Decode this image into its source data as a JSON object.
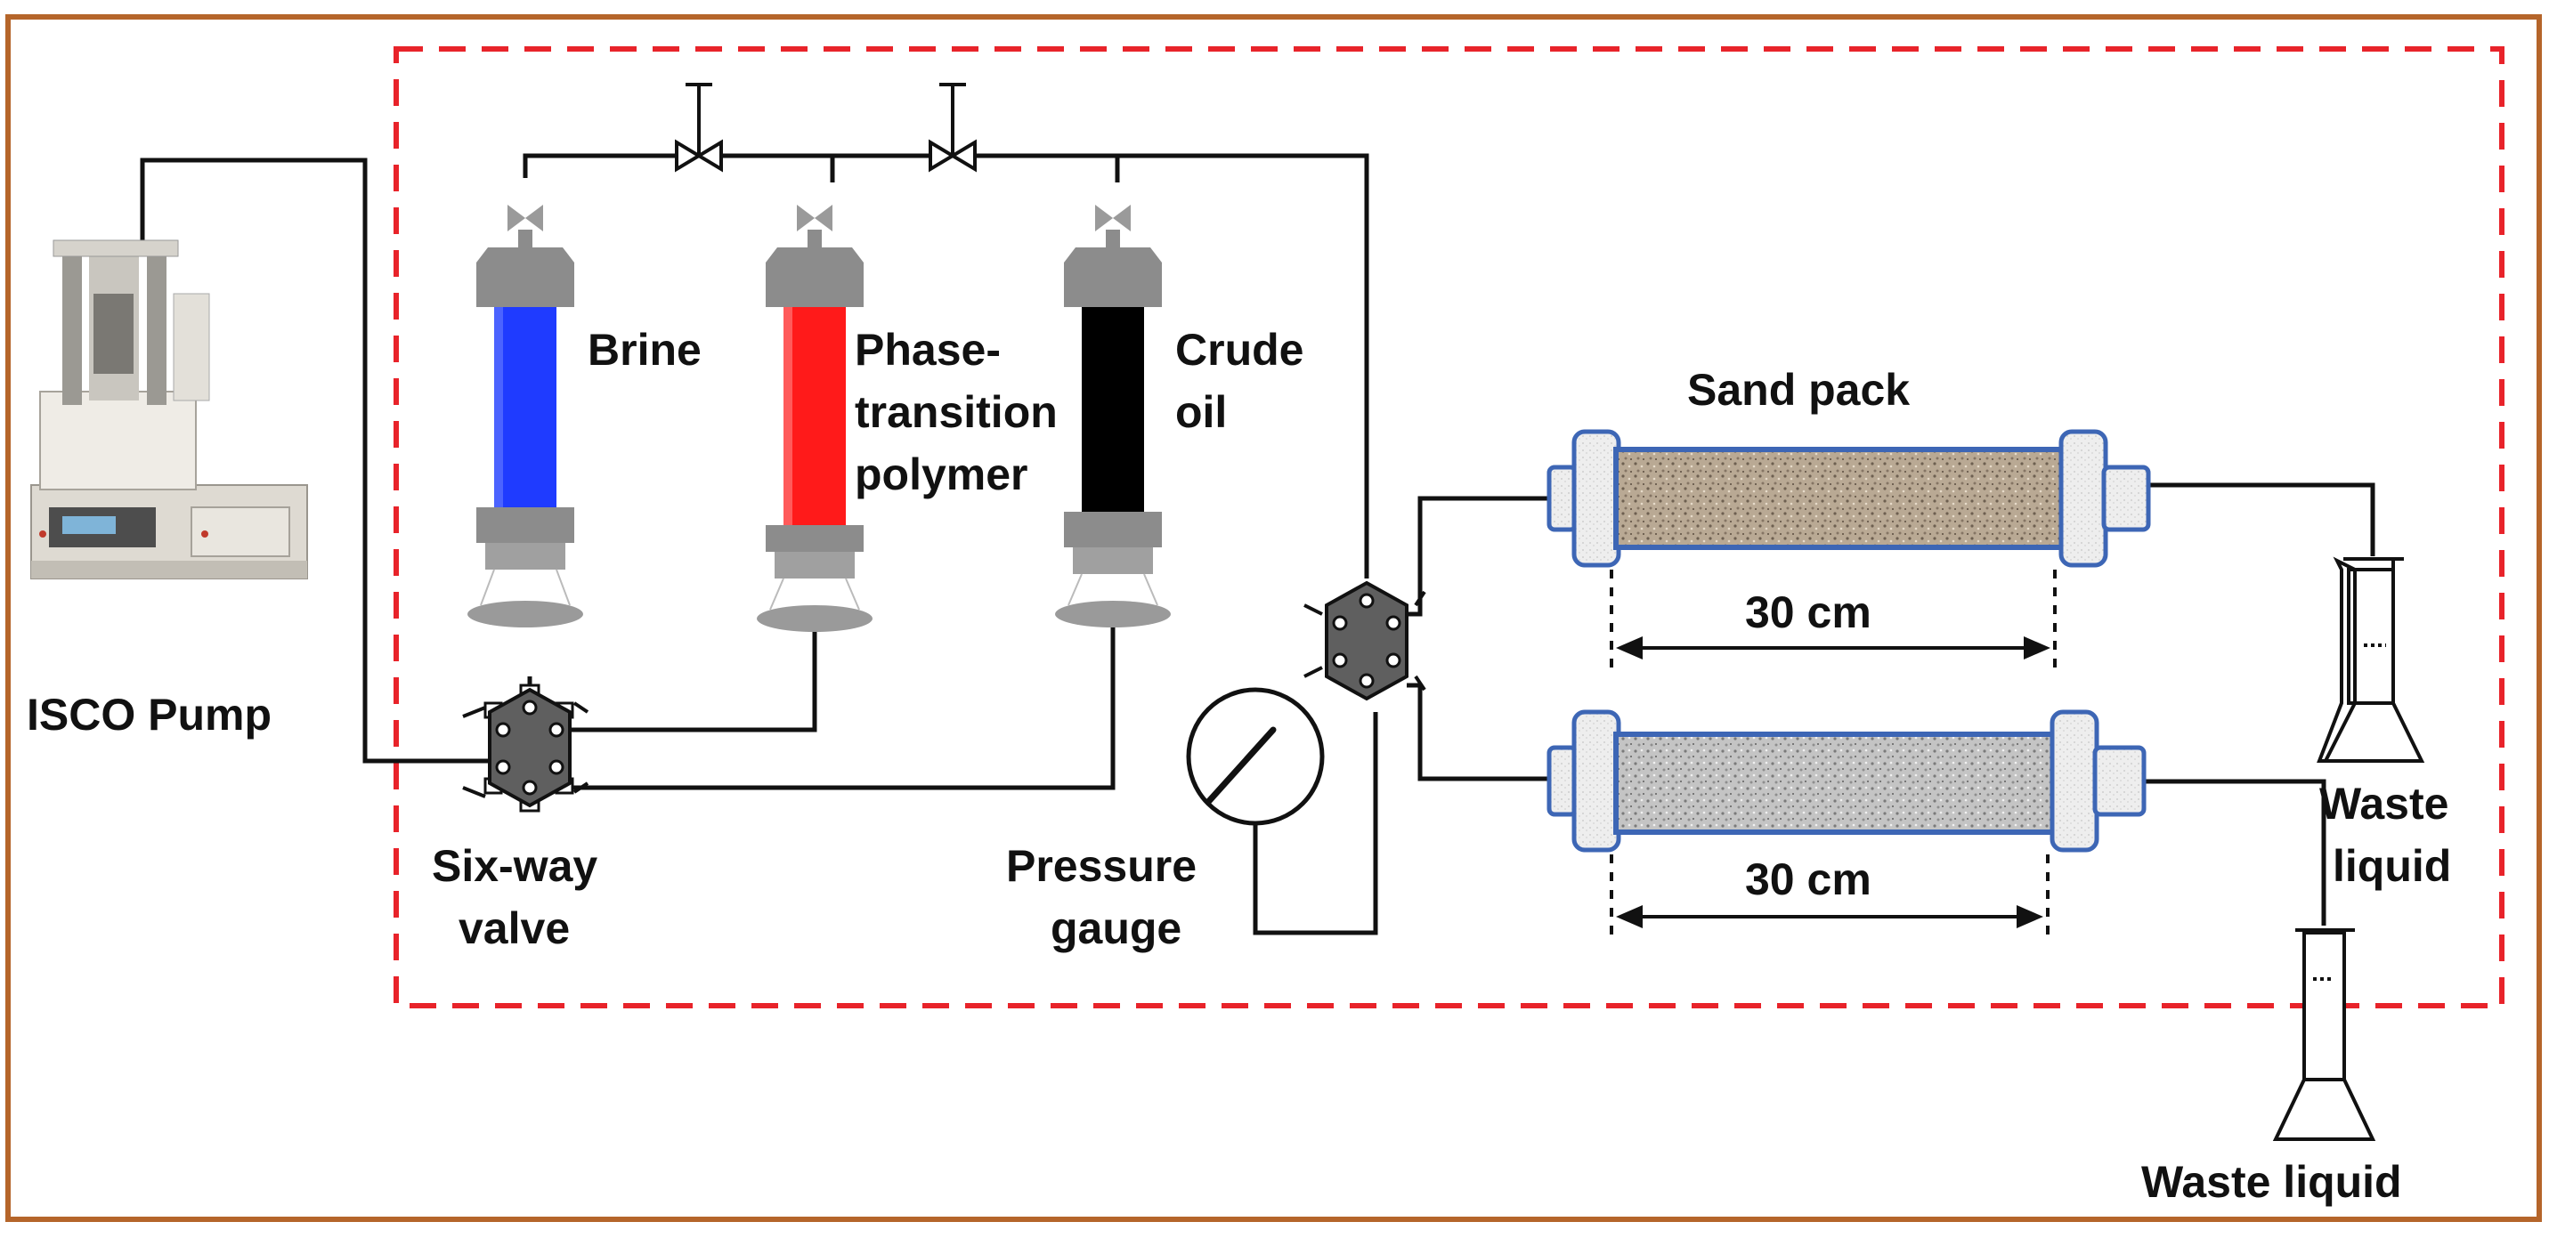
{
  "labels": {
    "isco_pump": "ISCO Pump",
    "six_way_valve_line1": "Six-way",
    "six_way_valve_line2": "valve",
    "brine": "Brine",
    "polymer_line1": "Phase-",
    "polymer_line2": "transition",
    "polymer_line3": "polymer",
    "crude_line1": "Crude",
    "crude_line2": "oil",
    "sand_pack": "Sand pack",
    "length_top": "30 cm",
    "length_bottom": "30 cm",
    "pressure_line1": "Pressure",
    "pressure_line2": "gauge",
    "waste_top_line1": "Waste",
    "waste_top_line2": "liquid",
    "waste_bottom": "Waste liquid"
  },
  "colors": {
    "frame": "#b5652a",
    "dashed_box": "#e8232a",
    "brine": "#1f3bff",
    "polymer": "#ff1a1a",
    "crude_oil": "#000000",
    "sand_tube": "#3d66b5",
    "fitting": "#8c8c8c"
  },
  "icons": {
    "pump": "isco-pump-icon",
    "valve": "needle-valve-icon",
    "six_way": "six-way-valve-icon",
    "gauge": "pressure-gauge-icon",
    "cylinder": "graduated-cylinder-icon"
  }
}
